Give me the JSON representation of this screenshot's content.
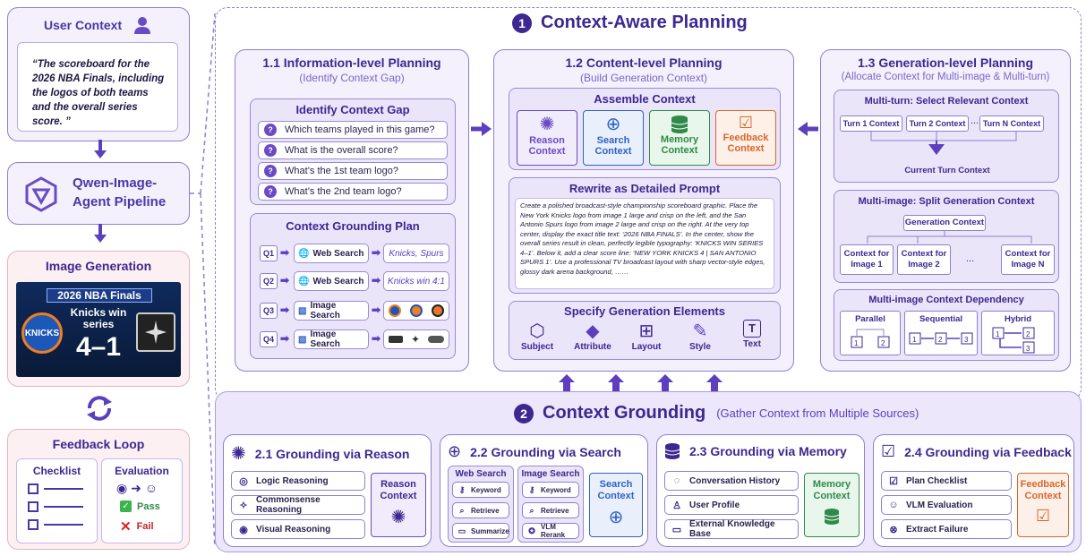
{
  "user_context": {
    "title": "User Context",
    "quote": "“The scoreboard for the 2026 NBA Finals, including the logos of both teams and the overall series score. ”"
  },
  "pipeline": {
    "label": "Qwen-Image-Agent Pipeline"
  },
  "image_gen": {
    "title": "Image Generation",
    "banner": "2026 NBA Finals",
    "score_top": "Knicks win series",
    "score": "4–1"
  },
  "feedback_loop": {
    "title": "Feedback Loop",
    "checklist": "Checklist",
    "evaluation": "Evaluation",
    "pass": "Pass",
    "fail": "Fail"
  },
  "section1": {
    "number": "1",
    "title": "Context-Aware Planning"
  },
  "p11": {
    "title": "1.1 Information-level Planning",
    "subtitle": "(Identify Context Gap)",
    "gap_title": "Identify Context Gap",
    "questions": [
      "Which teams played in this game?",
      "What is the overall score?",
      "What’s the 1st team logo?",
      "What’s the 2nd team logo?"
    ],
    "plan_title": "Context Grounding Plan",
    "plan": [
      {
        "q": "Q1",
        "tool": "Web Search",
        "result": "Knicks, Spurs"
      },
      {
        "q": "Q2",
        "tool": "Web Search",
        "result": "Knicks win 4:1"
      },
      {
        "q": "Q3",
        "tool": "Image Search",
        "result": ""
      },
      {
        "q": "Q4",
        "tool": "Image Search",
        "result": ""
      }
    ]
  },
  "p12": {
    "title": "1.2 Content-level Planning",
    "subtitle": "(Build Generation Context)",
    "assemble_title": "Assemble Context",
    "contexts": [
      {
        "label": "Reason Context",
        "color": "#6a4bc4",
        "bg": "#f1ecfb"
      },
      {
        "label": "Search Context",
        "color": "#2f62c4",
        "bg": "#e9f0fb"
      },
      {
        "label": "Memory Context",
        "color": "#2f8a4a",
        "bg": "#e9f6ec"
      },
      {
        "label": "Feedback Context",
        "color": "#d9662a",
        "bg": "#fdf0e8"
      }
    ],
    "rewrite_title": "Rewrite as Detailed Prompt",
    "prompt": "Create a polished broadcast-style championship scoreboard graphic. Place the New York Knicks logo from image 1 large and crisp on the left, and the San Antonio Spurs logo from image 2 large and crisp on the right. At the very top center, display the exact title text: ‘2026 NBA FINALS’. In the center, show the overall series result in clean, perfectly legible typography: ‘KNICKS WIN SERIES 4–1’. Below it, add a clear score line: ‘NEW YORK KNICKS 4 | SAN ANTONIO SPURS 1’. Use a professional TV broadcast layout with sharp vector-style edges, glossy dark arena background, ……",
    "elements_title": "Specify Generation Elements",
    "elements": [
      "Subject",
      "Attribute",
      "Layout",
      "Style",
      "Text"
    ]
  },
  "p13": {
    "title": "1.3 Generation-level Planning",
    "subtitle": "(Allocate Context for Multi-image & Multi-turn)",
    "multiturn_title": "Multi-turn: Select Relevant Context",
    "turns": [
      "Turn 1 Context",
      "Turn 2 Context",
      "...",
      "Turn N Context"
    ],
    "current": "Current Turn Context",
    "split_title": "Multi-image: Split Generation Context",
    "gen_ctx": "Generation Context",
    "images": [
      "Context for Image 1",
      "Context for Image 2",
      "...",
      "Context for Image N"
    ],
    "dep_title": "Multi-image Context Dependency",
    "deps": [
      "Parallel",
      "Sequential",
      "Hybrid"
    ]
  },
  "section2": {
    "number": "2",
    "title": "Context Grounding",
    "subtitle": "(Gather Context from Multiple Sources)"
  },
  "g21": {
    "title": "2.1 Grounding via Reason",
    "items": [
      "Logic Reasoning",
      "Commonsense Reasoning",
      "Visual Reasoning"
    ],
    "ctx": "Reason Context"
  },
  "g22": {
    "title": "2.2 Grounding via Search",
    "web": "Web Search",
    "web_items": [
      "Keyword",
      "Retrieve",
      "Summarize"
    ],
    "img": "Image Search",
    "img_items": [
      "Keyword",
      "Retrieve",
      "VLM Rerank"
    ],
    "ctx": "Search Context"
  },
  "g23": {
    "title": "2.3 Grounding via Memory",
    "items": [
      "Conversation History",
      "User Profile",
      "External Knowledge Base"
    ],
    "ctx": "Memory Context"
  },
  "g24": {
    "title": "2.4 Grounding via Feedback",
    "items": [
      "Plan Checklist",
      "VLM Evaluation",
      "Extract Failure"
    ],
    "ctx": "Feedback Context"
  }
}
